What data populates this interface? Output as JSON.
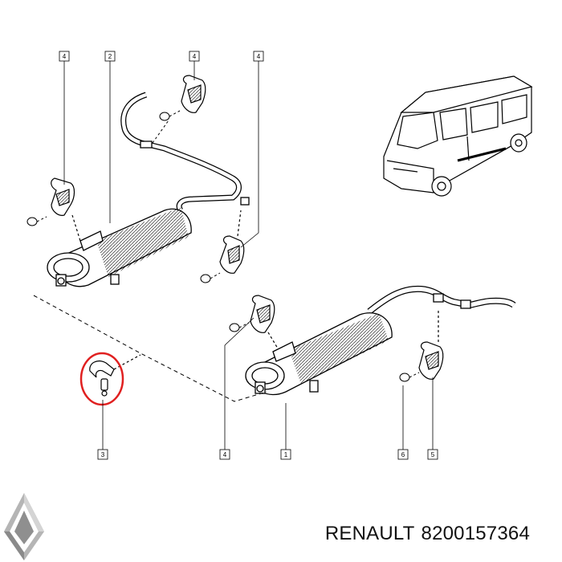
{
  "callouts": {
    "top_left_4": "4",
    "top_2": "2",
    "top_mid_4": "4",
    "top_right_4": "4",
    "bottom_3": "3",
    "bottom_4": "4",
    "bottom_1": "1",
    "bottom_6": "6",
    "bottom_5": "5"
  },
  "caption": {
    "brand": "RENAULT",
    "part_number": "8200157364"
  },
  "logo": {
    "icon": "renault-diamond-logo"
  },
  "colors": {
    "highlight": "#e02020",
    "line": "#000000",
    "logo": "#9a9a9a"
  }
}
